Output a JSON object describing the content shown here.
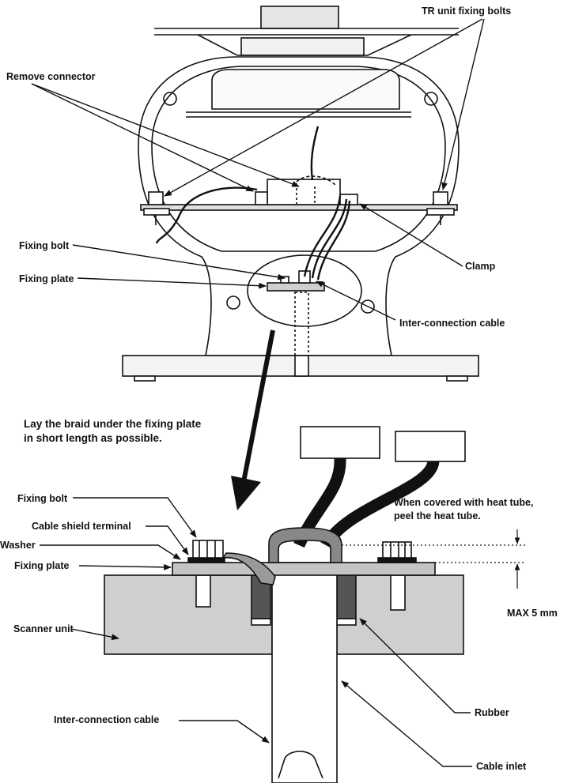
{
  "labels": {
    "tr_unit_fixing_bolts": "TR unit fixing bolts",
    "remove_connector": "Remove connector",
    "clamp": "Clamp",
    "fixing_bolt_top": "Fixing bolt",
    "fixing_plate_top": "Fixing plate",
    "inter_connection_cable_top": "Inter-connection cable",
    "instruction_line1": "Lay the braid under the fixing plate",
    "instruction_line2": "in short length as possible.",
    "fixing_bolt_bottom": "Fixing bolt",
    "cable_shield_terminal": "Cable shield terminal",
    "washer": "Washer",
    "fixing_plate_bottom": "Fixing plate",
    "heat_tube_line1": "When covered with heat tube,",
    "heat_tube_line2": "peel the heat tube.",
    "max_5mm": "MAX 5 mm",
    "scanner_unit": "Scanner unit",
    "rubber": "Rubber",
    "inter_connection_cable_bottom": "Inter-connection cable",
    "cable_inlet": "Cable inlet"
  },
  "colors": {
    "line": "#111111",
    "scanner_fill": "#cfcfcf",
    "plate_fill": "#c4c4c4",
    "rubber_fill": "#555555",
    "cable_fill": "#1a1a1a"
  }
}
